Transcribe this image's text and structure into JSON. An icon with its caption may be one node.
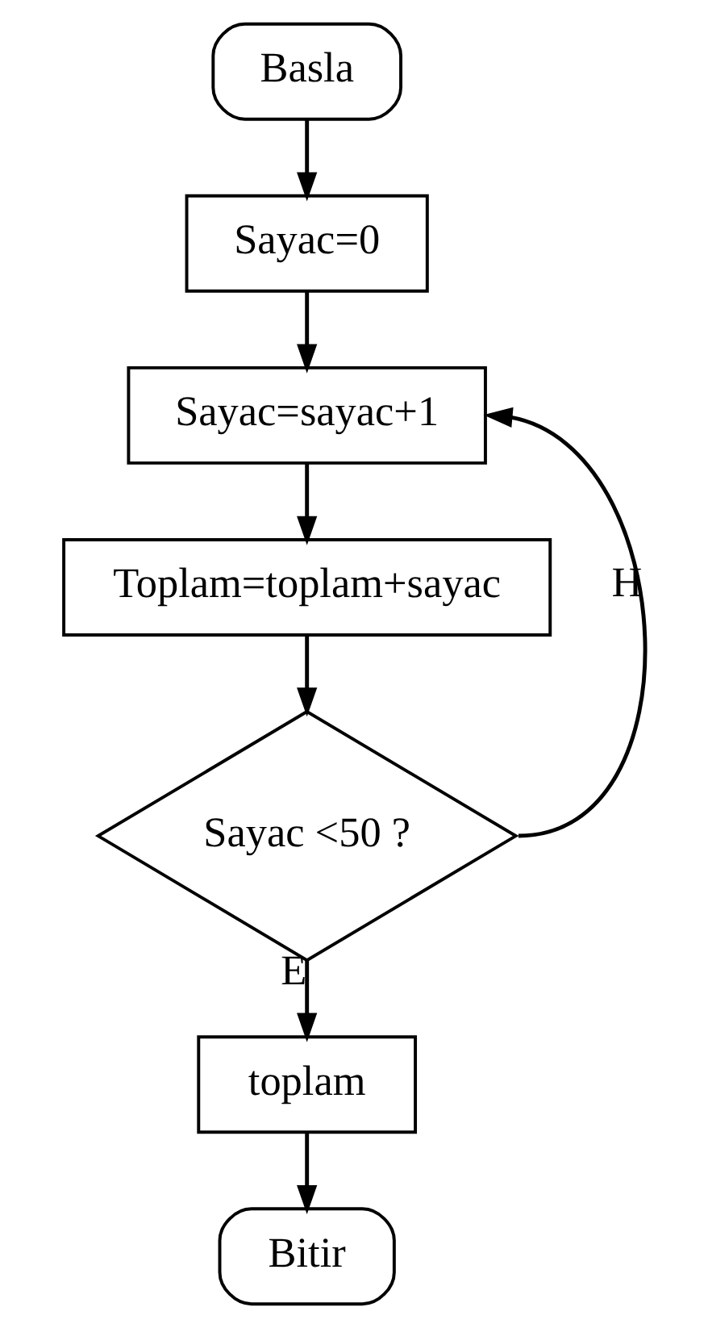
{
  "diagram": {
    "nodes": [
      {
        "text": [
          "Basla"
        ]
      },
      {
        "text": [
          "Sayac=0"
        ]
      },
      {
        "text": [
          "Sayac=sayac+1"
        ]
      },
      {
        "text": [
          "Toplam=toplam+sayac"
        ]
      },
      {
        "text": [
          "Sayac <50 ?"
        ]
      },
      {
        "text": [
          "toplam"
        ]
      },
      {
        "text": [
          "Bitir"
        ]
      }
    ],
    "edges": [
      {
        "from": 0,
        "to": 1,
        "arrow": "to"
      },
      {
        "from": 1,
        "to": 2,
        "arrow": "to"
      },
      {
        "from": 2,
        "to": 3,
        "arrow": "to"
      },
      {
        "from": 3,
        "to": 4,
        "arrow": "to"
      },
      {
        "from": 4,
        "to": 2,
        "arrow": "to",
        "label": "H"
      },
      {
        "from": 4,
        "to": 5,
        "arrow": "to",
        "label": "E"
      },
      {
        "from": 5,
        "to": 6,
        "arrow": "to"
      }
    ]
  }
}
